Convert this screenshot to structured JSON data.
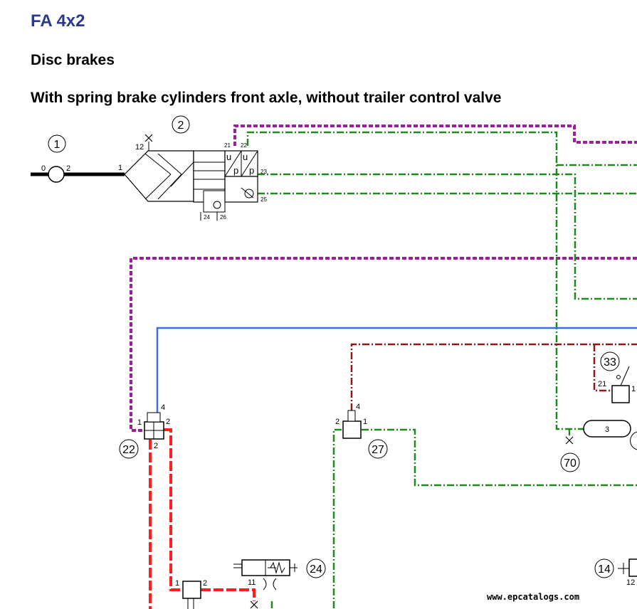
{
  "header": {
    "title": "FA 4x2",
    "subtitle": "Disc brakes",
    "subtitle2": "With spring brake cylinders front axle, without trailer control valve"
  },
  "colors": {
    "title": "#2b3a8c",
    "purple_line": "#9b1e9b",
    "green_line": "#1e8a1e",
    "blue_line": "#3a6fe0",
    "darkred_line": "#8b1a1a",
    "red_line": "#ff1e1e"
  },
  "components": {
    "c1": "1",
    "c2": "2",
    "c3": "3",
    "c14": "14",
    "c22": "22",
    "c24": "24",
    "c27": "27",
    "c33": "33",
    "c70": "70"
  },
  "ports": {
    "p0": "0",
    "p2": "2",
    "p1": "1",
    "p12": "12",
    "u1": "u",
    "p_1": "p",
    "u2": "u",
    "p_2": "p",
    "p21": "21",
    "p22": "22",
    "p23": "23",
    "p25": "25",
    "p24": "24",
    "p26": "26",
    "v22_1": "1",
    "v22_4": "4",
    "v22_2a": "2",
    "v22_2b": "2",
    "v27_2": "2",
    "v27_4": "4",
    "v27_1": "1",
    "v33_21": "21",
    "v33_1": "1",
    "v24_11": "11",
    "bot_1": "1",
    "bot_2": "2",
    "c14_12": "12"
  },
  "watermark": "www.epcatalogs.com"
}
